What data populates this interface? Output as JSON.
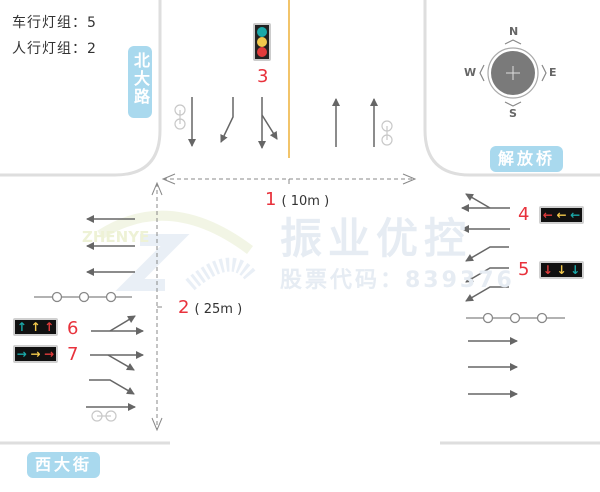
{
  "info": {
    "vehicle_groups": "车行灯组：5",
    "pedestrian_groups": "人行灯组：2"
  },
  "roads": {
    "north": "北大路",
    "east": "解放桥",
    "west": "西大街"
  },
  "compass": {
    "n": "N",
    "s": "S",
    "e": "E",
    "w": "W"
  },
  "measurements": [
    {
      "id": "1",
      "label": "( 10m )"
    },
    {
      "id": "2",
      "label": "( 25m )"
    }
  ],
  "signals": [
    {
      "id": "3",
      "type": "vertical-light",
      "colors": [
        "#1aa8a8",
        "#f2c94c",
        "#e23b3b"
      ]
    },
    {
      "id": "4",
      "type": "arrow-group",
      "arrows": [
        "←",
        "←",
        "←"
      ],
      "colors": [
        "#e23b3b",
        "#f2c94c",
        "#1aa8a8"
      ]
    },
    {
      "id": "5",
      "type": "arrow-group",
      "arrows": [
        "↓",
        "↓",
        "↓"
      ],
      "colors": [
        "#e23b3b",
        "#f2c94c",
        "#1aa8a8"
      ]
    },
    {
      "id": "6",
      "type": "arrow-group",
      "arrows": [
        "↑",
        "↑",
        "↑"
      ],
      "colors": [
        "#1aa8a8",
        "#f2c94c",
        "#e23b3b"
      ]
    },
    {
      "id": "7",
      "type": "arrow-group",
      "arrows": [
        "→",
        "→",
        "→"
      ],
      "colors": [
        "#1aa8a8",
        "#f2c94c",
        "#e23b3b"
      ]
    }
  ],
  "watermark": {
    "brand": "振业优控",
    "stock": "股票代码：839376",
    "logo_text": "ZHENYE"
  },
  "colors": {
    "road_label": "#a9d9ee",
    "number": "#e8323c",
    "center_line": "#f2c46a",
    "arrow": "#666666",
    "curb": "#dddddd"
  }
}
